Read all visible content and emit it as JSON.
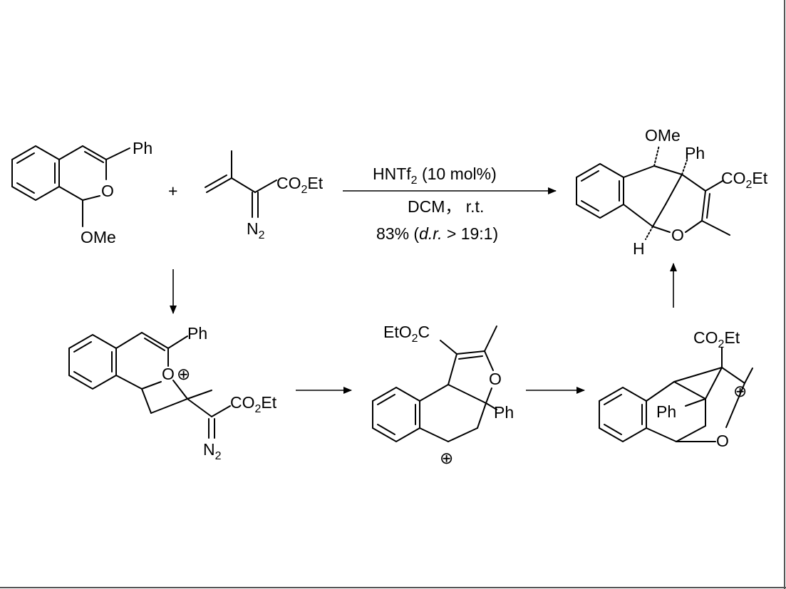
{
  "scheme": {
    "reactant_1": {
      "substituent_top": "Ph",
      "ring_oxygen": "O",
      "substituent_bottom": "OMe"
    },
    "plus_sign": "+",
    "reactant_2": {
      "ester": "CO",
      "ester_sub": "2",
      "ester_tail": "Et",
      "diazo": "N",
      "diazo_sub": "2"
    },
    "conditions": {
      "catalyst": "HNTf",
      "catalyst_sub": "2",
      "catalyst_tail": " (10 mol%)",
      "solvent": "DCM，  r.t.",
      "yield": "83% (",
      "dr_italic": "d.r.",
      "dr_value": " > 19:1)"
    },
    "product": {
      "methoxy": "OMe",
      "phenyl": "Ph",
      "ester": "CO",
      "ester_sub": "2",
      "ester_tail": "Et",
      "hydrogen": "H",
      "ring_oxygen": "O"
    },
    "intermediate_1": {
      "phenyl": "Ph",
      "oxonium": "O",
      "charge": "⊕",
      "ester": "CO",
      "ester_sub": "2",
      "ester_tail": "Et",
      "diazo": "N",
      "diazo_sub": "2"
    },
    "intermediate_2": {
      "ester": "EtO",
      "ester_sub": "2",
      "ester_tail": "C",
      "ring_oxygen": "O",
      "phenyl": "Ph",
      "charge": "⊕"
    },
    "intermediate_3": {
      "ester": "CO",
      "ester_sub": "2",
      "ester_tail": "Et",
      "charge": "⊕",
      "phenyl": "Ph",
      "ring_oxygen": "O"
    }
  }
}
